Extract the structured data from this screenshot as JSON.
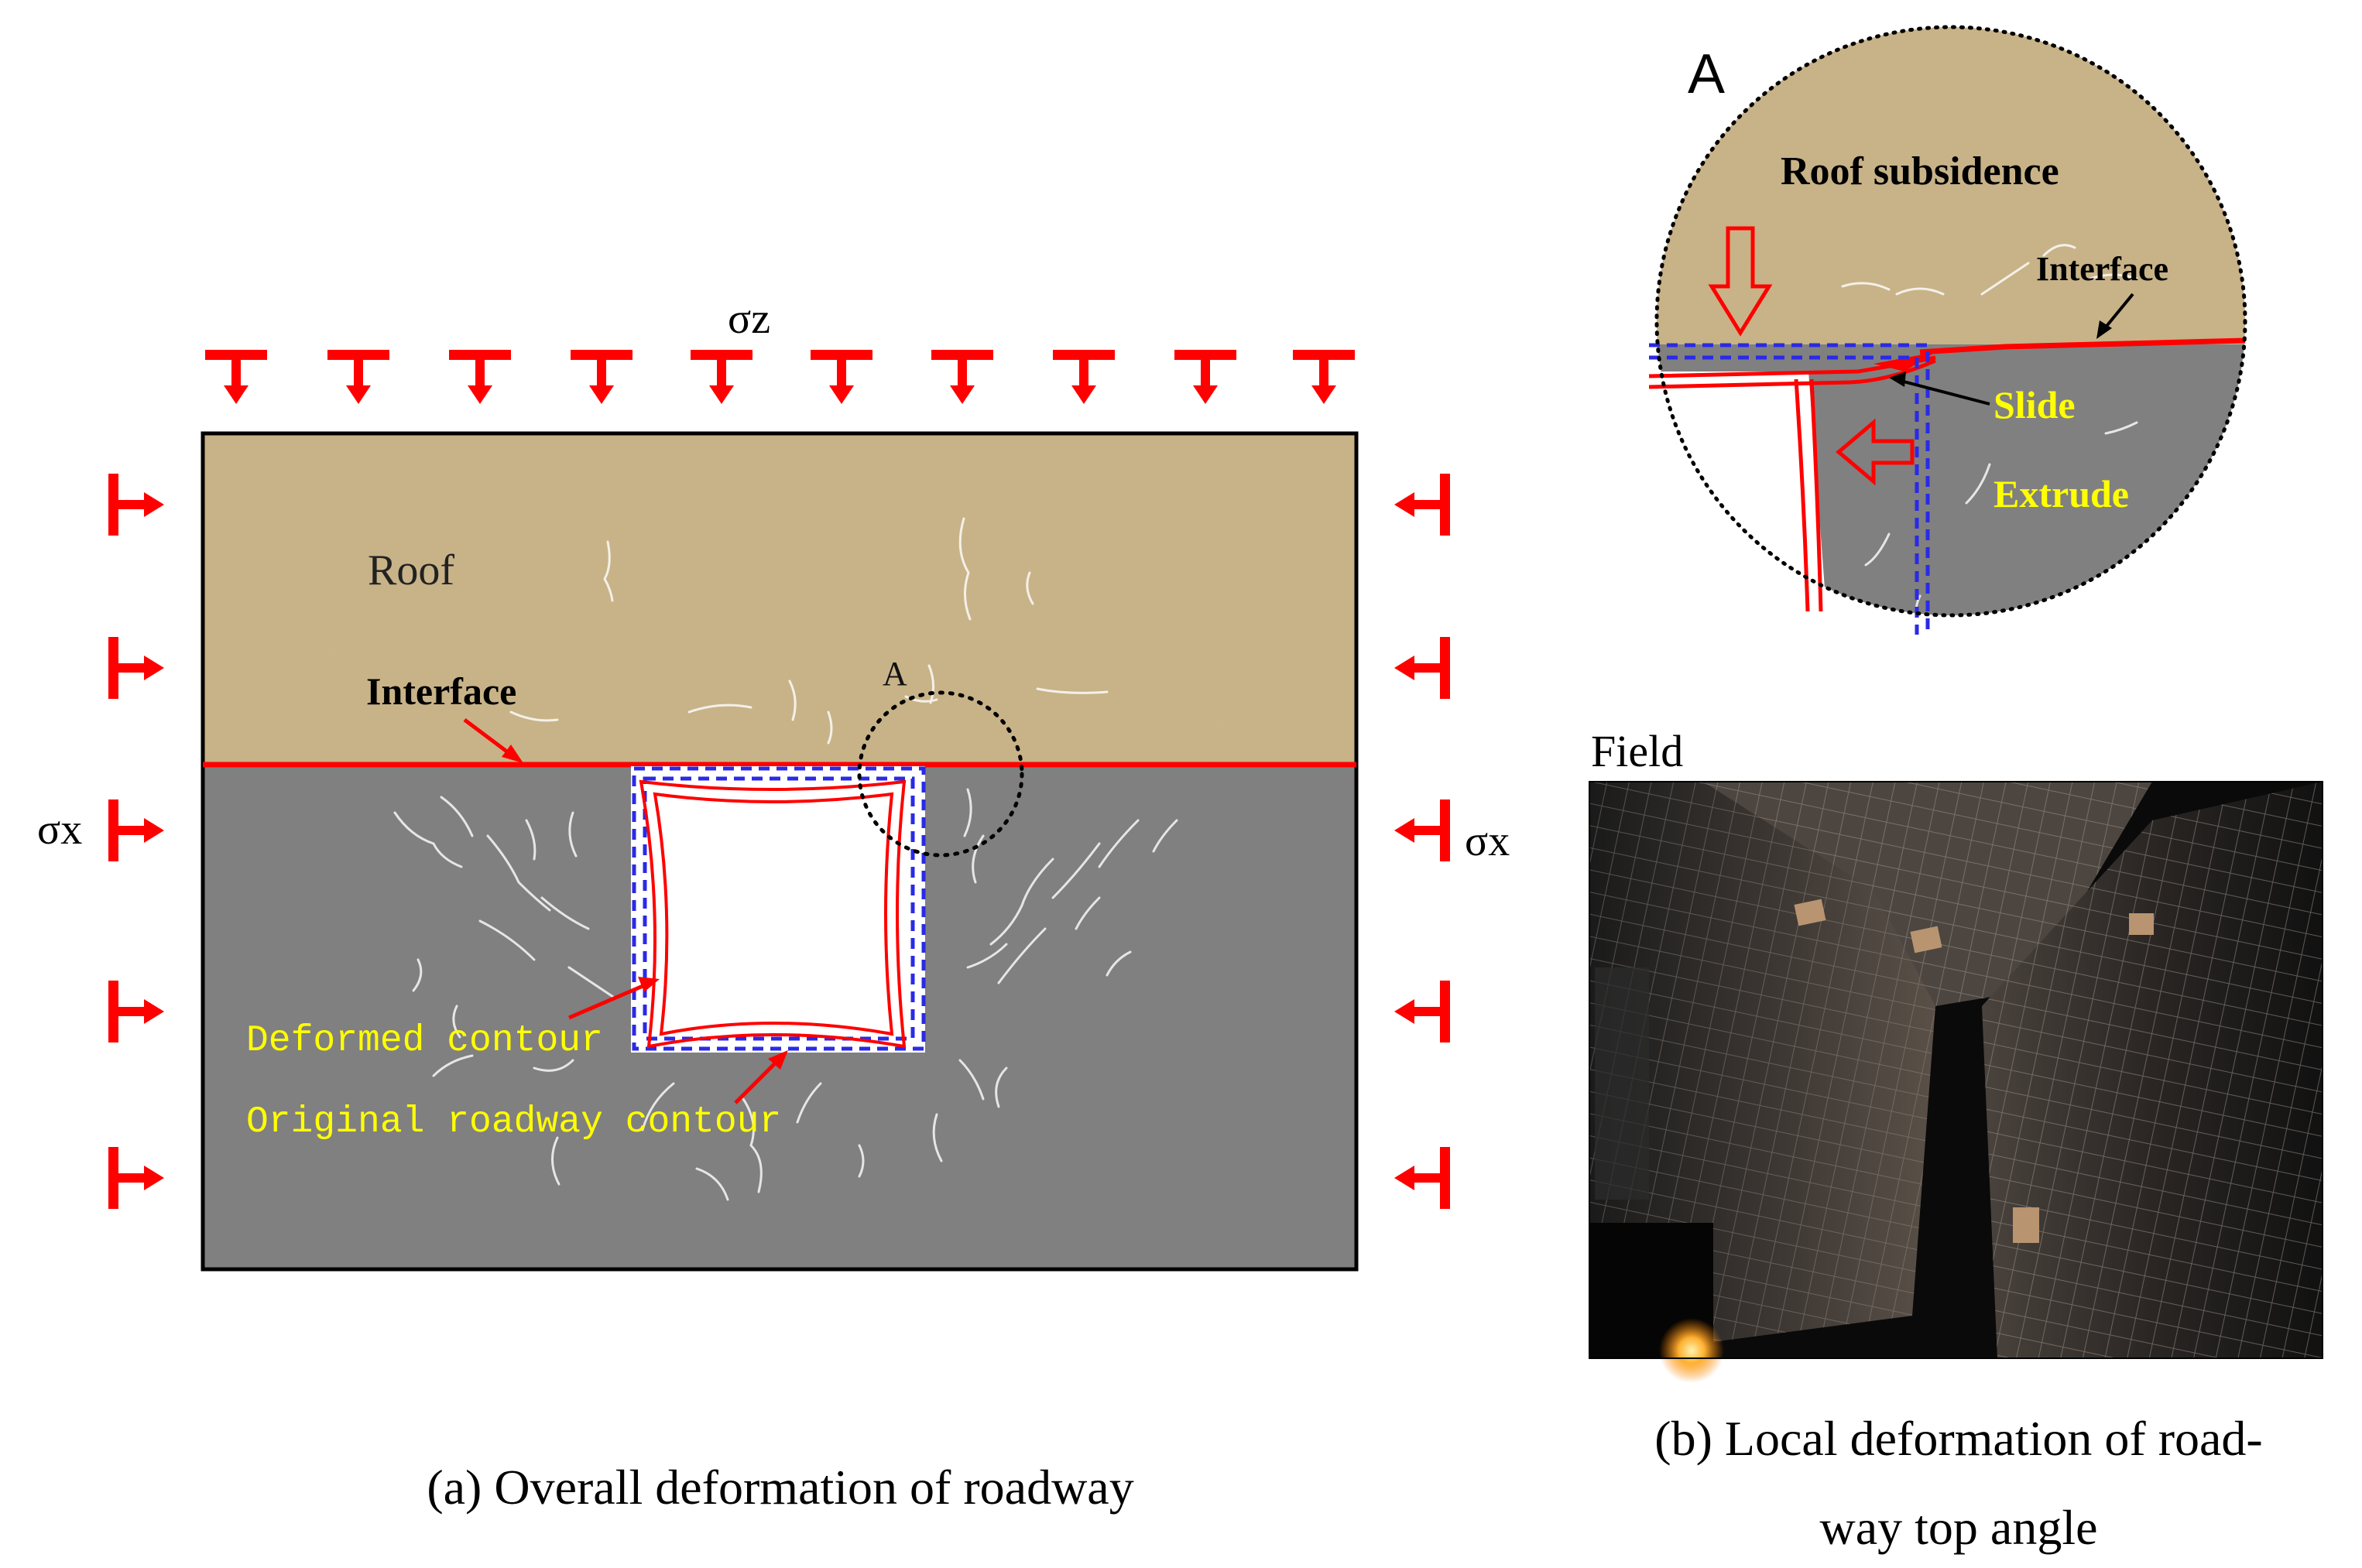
{
  "panel_a": {
    "sigma_z": "σz",
    "sigma_x_left": "σx",
    "sigma_x_right": "σx",
    "roof_label": "Roof",
    "interface_label": "Interface",
    "zoom_marker": "A",
    "deformed_label": "Deformed contour",
    "original_label": "Original roadway contour",
    "caption": "(a) Overall deformation of roadway"
  },
  "panel_b": {
    "zoom_letter": "A",
    "roof_subsidence": "Roof subsidence",
    "interface_label": "Interface",
    "slide_label": "Slide",
    "extrude_label": "Extrude",
    "field_label": "Field",
    "caption_line1": "(b) Local deformation of road-",
    "caption_line2": "way top angle"
  },
  "colors": {
    "roof": "#c9b387",
    "coal": "#808080",
    "arrow_red": "#ff0000",
    "dash_blue": "#2a2ae6",
    "label_yellow": "#ffff00"
  }
}
